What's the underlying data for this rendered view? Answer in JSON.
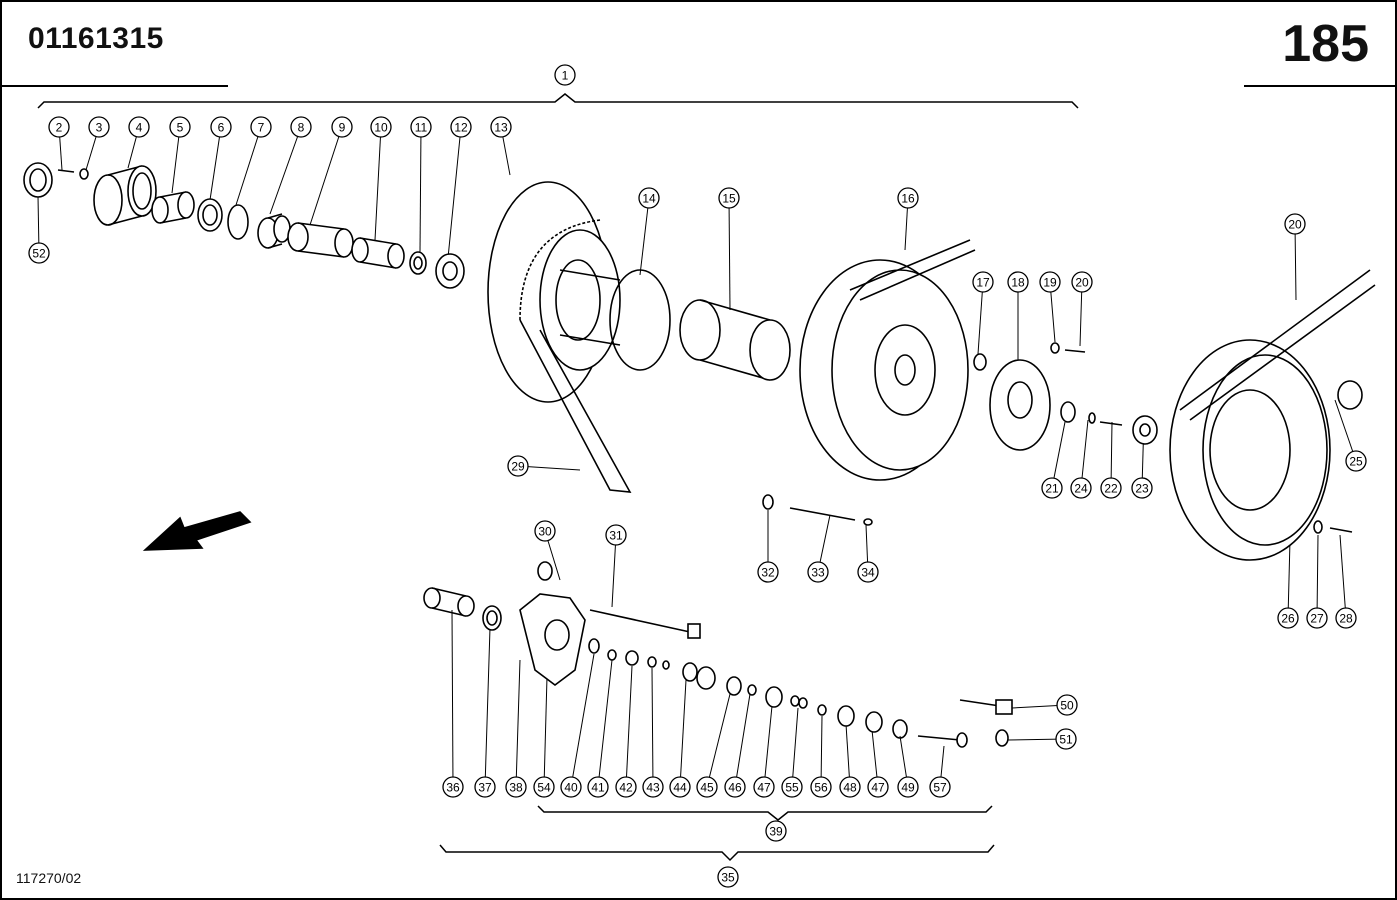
{
  "header": {
    "drawing_number": "01161315",
    "page_number": "185"
  },
  "footer": {
    "reference": "117270/02"
  },
  "callouts": [
    "1",
    "2",
    "3",
    "4",
    "5",
    "6",
    "7",
    "8",
    "9",
    "10",
    "11",
    "12",
    "13",
    "14",
    "15",
    "16",
    "17",
    "18",
    "19",
    "20",
    "20",
    "21",
    "22",
    "23",
    "24",
    "25",
    "26",
    "27",
    "28",
    "29",
    "30",
    "31",
    "32",
    "33",
    "34",
    "35",
    "36",
    "37",
    "38",
    "39",
    "40",
    "41",
    "42",
    "43",
    "44",
    "45",
    "46",
    "47",
    "47",
    "48",
    "49",
    "50",
    "51",
    "52",
    "54",
    "55",
    "56",
    "57"
  ]
}
